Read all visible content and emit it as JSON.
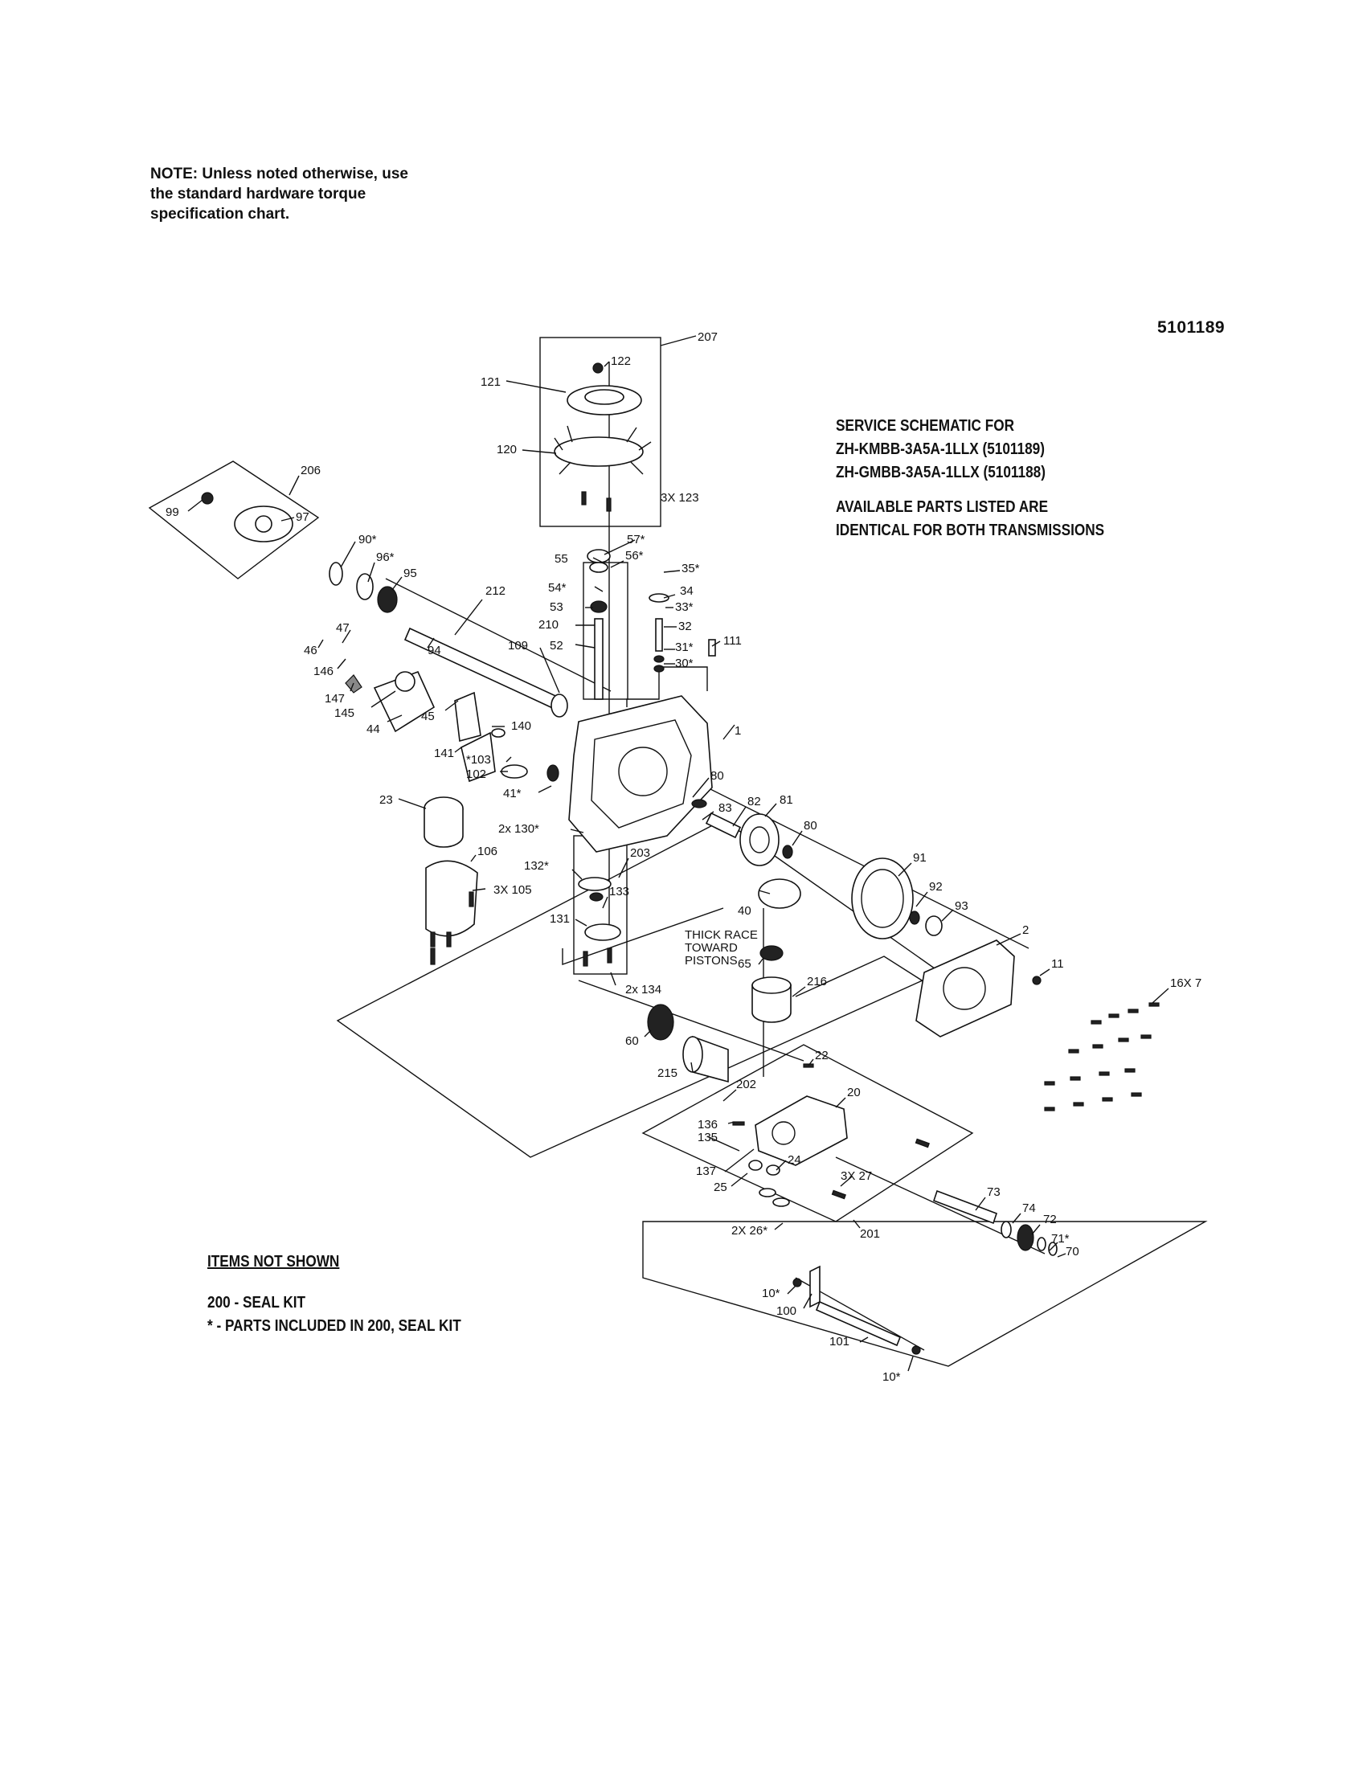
{
  "note": {
    "line1": "NOTE: Unless noted otherwise, use",
    "line2": "the standard hardware torque",
    "line3": "specification chart."
  },
  "part_number": "5101189",
  "schematic": {
    "line1": "SERVICE SCHEMATIC FOR",
    "line2": "ZH-KMBB-3A5A-1LLX (5101189)",
    "line3": "ZH-GMBB-3A5A-1LLX (5101188)",
    "line4": "AVAILABLE PARTS LISTED ARE",
    "line5": "IDENTICAL FOR BOTH TRANSMISSIONS"
  },
  "items_not_shown": {
    "title": "ITEMS NOT SHOWN",
    "line1": "200 - SEAL KIT",
    "line2": "* - PARTS INCLUDED IN 200, SEAL KIT"
  },
  "callouts": {
    "c207": "207",
    "c122": "122",
    "c121": "121",
    "c120": "120",
    "c123": "3X 123",
    "c206": "206",
    "c99": "99",
    "c97": "97",
    "c90": "90*",
    "c96": "96*",
    "c95": "95",
    "c57": "57*",
    "c55": "55",
    "c56": "56*",
    "c35": "35*",
    "c54": "54*",
    "c34": "34",
    "c53": "53",
    "c33": "33*",
    "c210": "210",
    "c32": "32",
    "c212": "212",
    "c31": "31*",
    "c111": "111",
    "c52": "52",
    "c30": "30*",
    "c109": "109",
    "c47": "47",
    "c46": "46",
    "c146": "146",
    "c94": "94",
    "c147": "147",
    "c145": "145",
    "c44": "44",
    "c45": "45",
    "c140": "140",
    "c1": "1",
    "c141": "141",
    "c103": "*103",
    "c102": "102",
    "c23": "23",
    "c41": "41*",
    "c80a": "80",
    "c83": "83",
    "c82": "82",
    "c81": "81",
    "c130": "2x 130*",
    "c80b": "80",
    "c106": "106",
    "c132": "132*",
    "c203": "203",
    "c91": "91",
    "c105": "3X 105",
    "c133": "133",
    "c92": "92",
    "c131": "131",
    "c40": "40",
    "c93": "93",
    "c2": "2",
    "c65": "65",
    "c134": "2x 134",
    "c216": "216",
    "c11": "11",
    "c7": "16X 7",
    "c60": "60",
    "c215": "215",
    "c22": "22",
    "c202": "202",
    "c20": "20",
    "c136": "136",
    "c135": "135",
    "c24": "24",
    "c137": "137",
    "c25": "25",
    "c27": "3X 27",
    "c73": "73",
    "c74": "74",
    "c72": "72",
    "c26": "2X 26*",
    "c201": "201",
    "c71": "71*",
    "c70": "70",
    "c10a": "10*",
    "c100": "100",
    "c101": "101",
    "c10b": "10*"
  },
  "thick_race": {
    "line1": "THICK RACE",
    "line2": "TOWARD",
    "line3": "PISTONS"
  }
}
